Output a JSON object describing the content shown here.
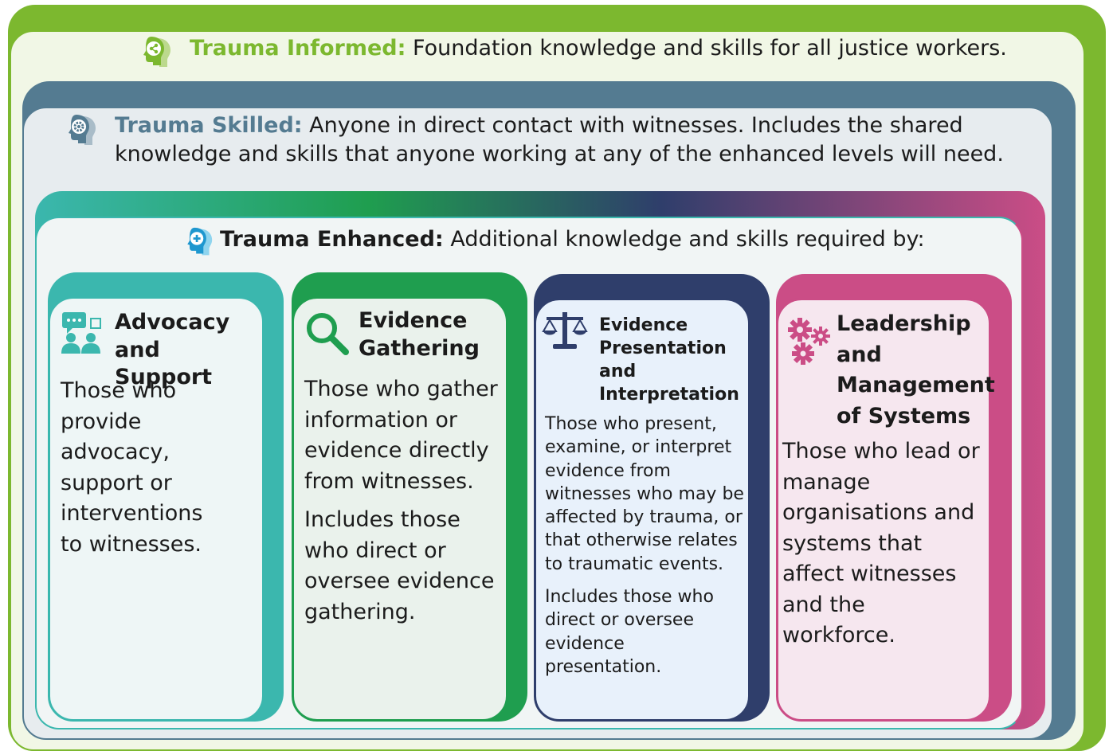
{
  "informed": {
    "label": "Trauma Informed:",
    "text": "Foundation knowledge and skills for all justice workers.",
    "icon": "head-network-icon",
    "color": "#7cb82f"
  },
  "skilled": {
    "label": "Trauma Skilled:",
    "text_line1": "Anyone in direct contact with witnesses. Includes the shared",
    "text_line2": "knowledge and skills that anyone working at any of the enhanced levels will need.",
    "icon": "head-gear-icon",
    "color": "#547b91"
  },
  "enhanced": {
    "label": "Trauma Enhanced:",
    "text": "Additional knowledge and skills required by:",
    "icon": "head-plus-icon",
    "colors": [
      "#3bb7ae",
      "#1f9e4f",
      "#2f3e6b",
      "#cb4d86"
    ]
  },
  "cards": [
    {
      "title": "Advocacy and Support",
      "icon": "chat-people-icon",
      "color": "#3bb7ae",
      "desc1": "Those who provide advocacy, support or interventions to witnesses.",
      "desc2": ""
    },
    {
      "title": "Evidence Gathering",
      "icon": "magnifier-icon",
      "color": "#1f9e4f",
      "desc1": "Those who gather information or evidence directly from witnesses.",
      "desc2": "Includes those who direct or oversee evidence gathering."
    },
    {
      "title": "Evidence Presentation and Interpretation",
      "icon": "scales-icon",
      "color": "#2f3e6b",
      "desc1": "Those who present, examine, or interpret evidence from witnesses who may be affected by trauma, or that otherwise relates to traumatic events.",
      "desc2": "Includes those who direct or oversee evidence presentation."
    },
    {
      "title": "Leadership and Management of Systems",
      "icon": "gears-icon",
      "color": "#cb4d86",
      "desc1": "Those who lead or manage organisations and systems that affect witnesses and the workforce.",
      "desc2": ""
    }
  ]
}
